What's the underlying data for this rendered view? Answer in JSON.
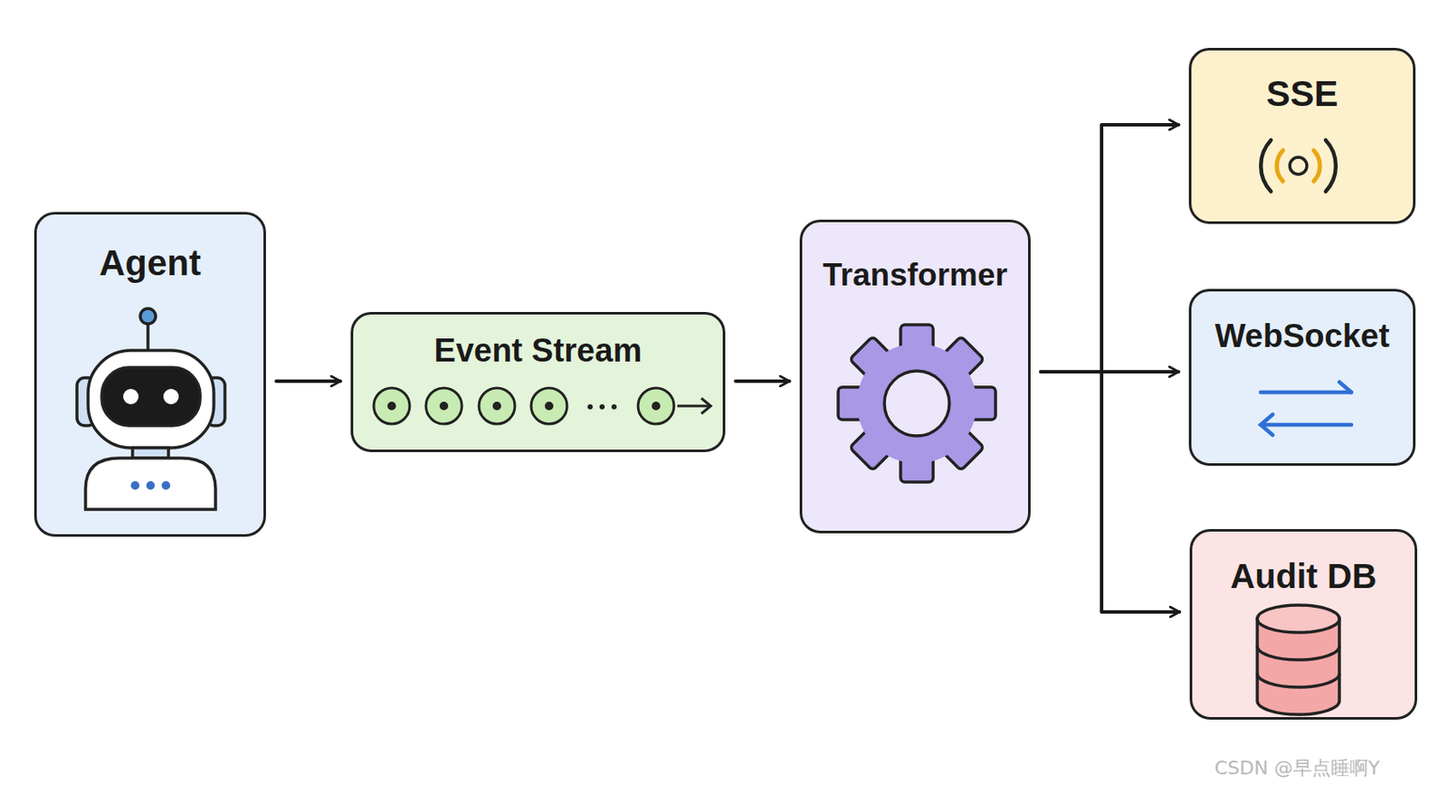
{
  "diagram": {
    "nodes": [
      {
        "text": [
          "Agent"
        ]
      },
      {
        "text": [
          "Event Stream"
        ]
      },
      {
        "text": [
          "Transformer"
        ]
      },
      {
        "text": [
          "SSE"
        ]
      },
      {
        "text": [
          "WebSocket"
        ]
      },
      {
        "text": [
          "Audit DB"
        ]
      }
    ],
    "edges": [
      {
        "from": 0,
        "to": 1,
        "arrow": "to"
      },
      {
        "from": 1,
        "to": 2,
        "arrow": "to"
      },
      {
        "from": 2,
        "to": 3,
        "arrow": "to"
      },
      {
        "from": 2,
        "to": 4,
        "arrow": "to"
      },
      {
        "from": 2,
        "to": 5,
        "arrow": "to"
      }
    ],
    "labels": [
      "CSDN @早点睡啊Y"
    ]
  }
}
